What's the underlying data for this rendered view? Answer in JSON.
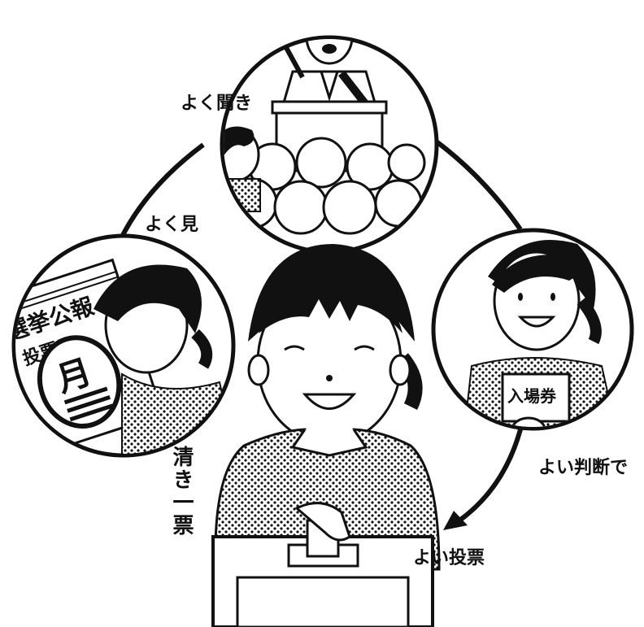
{
  "labels": {
    "listen_well": "よく聞き",
    "look_well": "よく見",
    "good_judgment": "よい判断で",
    "good_vote": "よい投票",
    "clean_vote": "清き一票"
  },
  "signs": {
    "bulletin_title": "選挙公報",
    "voting_day": "投票日",
    "month": "月",
    "admission_ticket": "入場券"
  },
  "colors": {
    "ink": "#111111",
    "paper": "#ffffff"
  }
}
